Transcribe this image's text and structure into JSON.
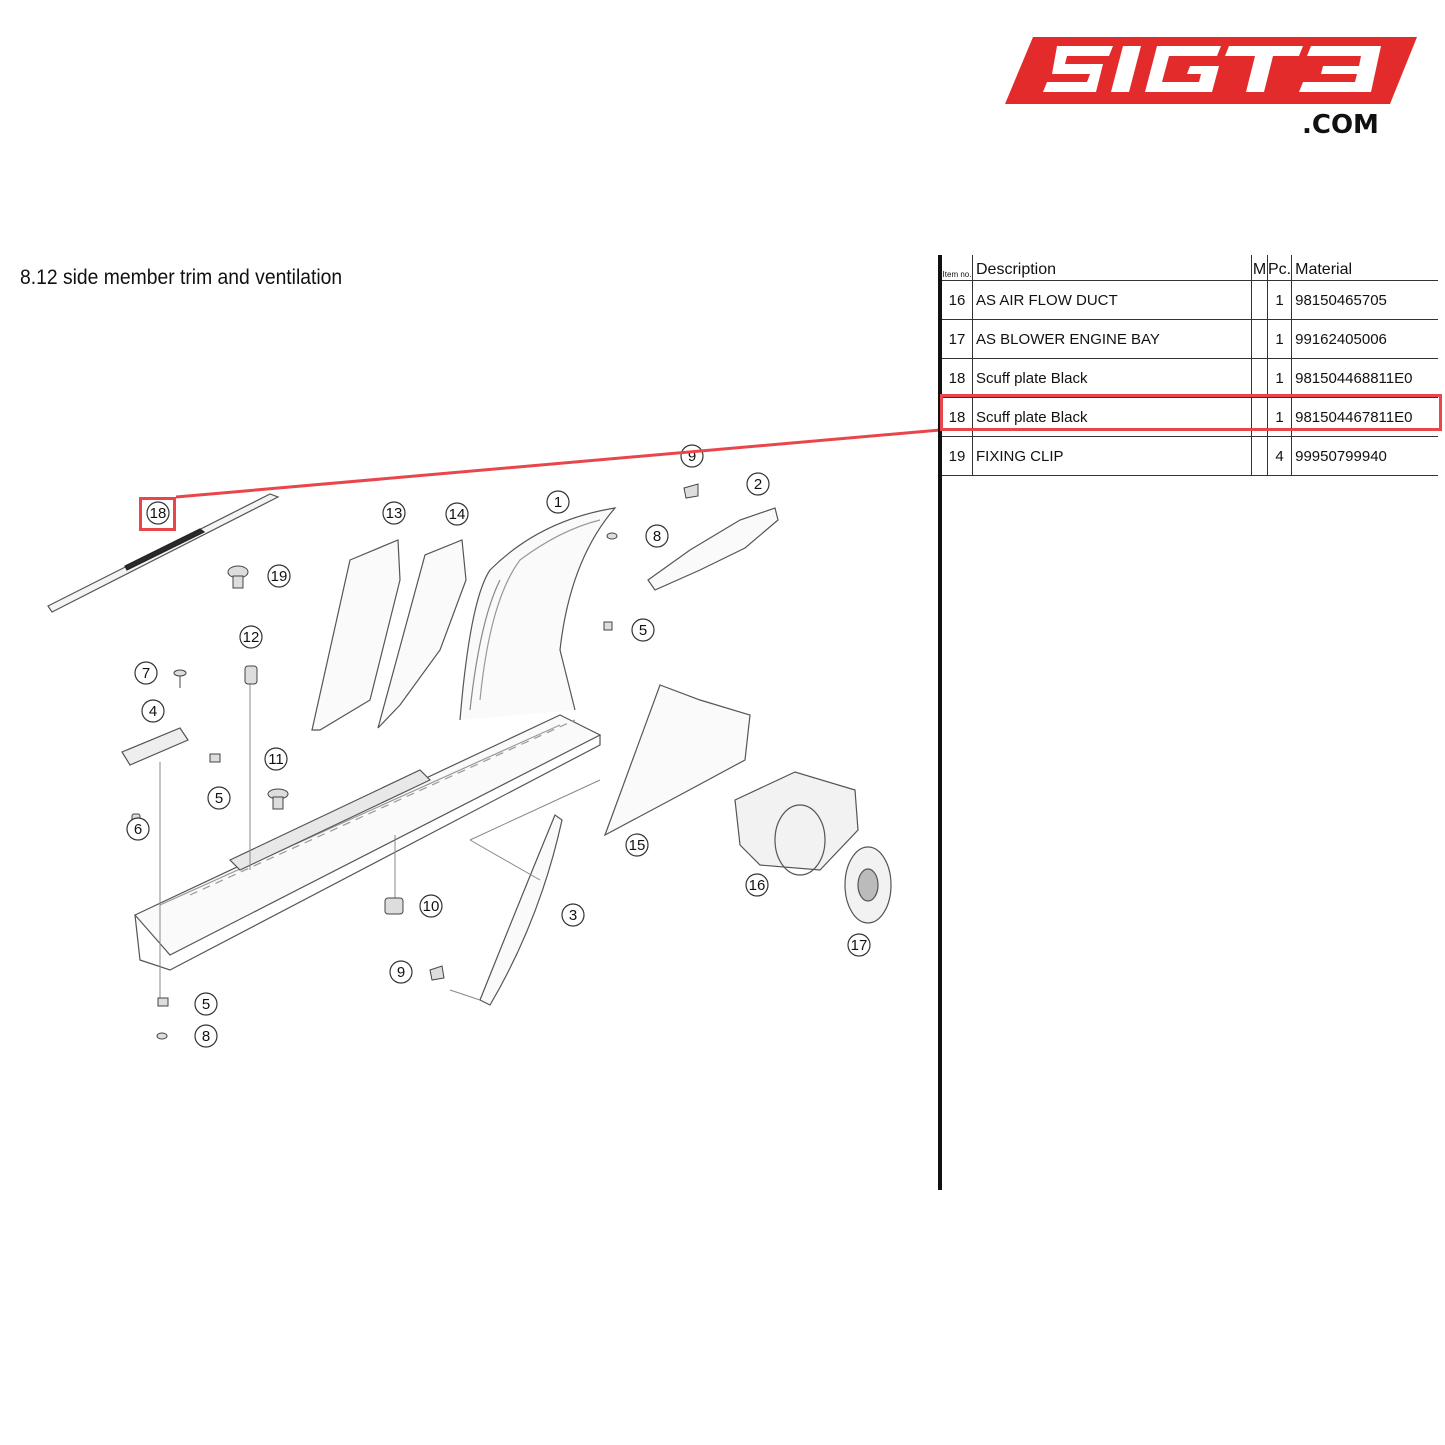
{
  "brand": {
    "logo_text": "5IGT3",
    "domain_suffix": ".COM",
    "accent_color": "#e32b2b"
  },
  "section": {
    "title": "8.12  side member trim and ventilation"
  },
  "table": {
    "headers": {
      "item": "Item no.",
      "description": "Description",
      "m": "M",
      "pc": "Pc.",
      "material": "Material"
    },
    "rows": [
      {
        "item": "16",
        "description": "AS AIR FLOW DUCT",
        "m": "",
        "pc": "1",
        "material": "98150465705"
      },
      {
        "item": "17",
        "description": "AS BLOWER ENGINE BAY",
        "m": "",
        "pc": "1",
        "material": "99162405006"
      },
      {
        "item": "18",
        "description": "Scuff plate Black",
        "m": "",
        "pc": "1",
        "material": "981504468811E0"
      },
      {
        "item": "18",
        "description": "Scuff plate Black",
        "m": "",
        "pc": "1",
        "material": "981504467811E0"
      },
      {
        "item": "19",
        "description": "FIXING CLIP",
        "m": "",
        "pc": "4",
        "material": "99950799940"
      }
    ],
    "highlighted_row_index": 3,
    "highlight_color": "#e8464b"
  },
  "callouts": [
    "18",
    "19",
    "13",
    "14",
    "1",
    "9",
    "2",
    "8",
    "5",
    "12",
    "7",
    "4",
    "5",
    "11",
    "6",
    "15",
    "16",
    "17",
    "10",
    "3",
    "9",
    "5",
    "8"
  ]
}
